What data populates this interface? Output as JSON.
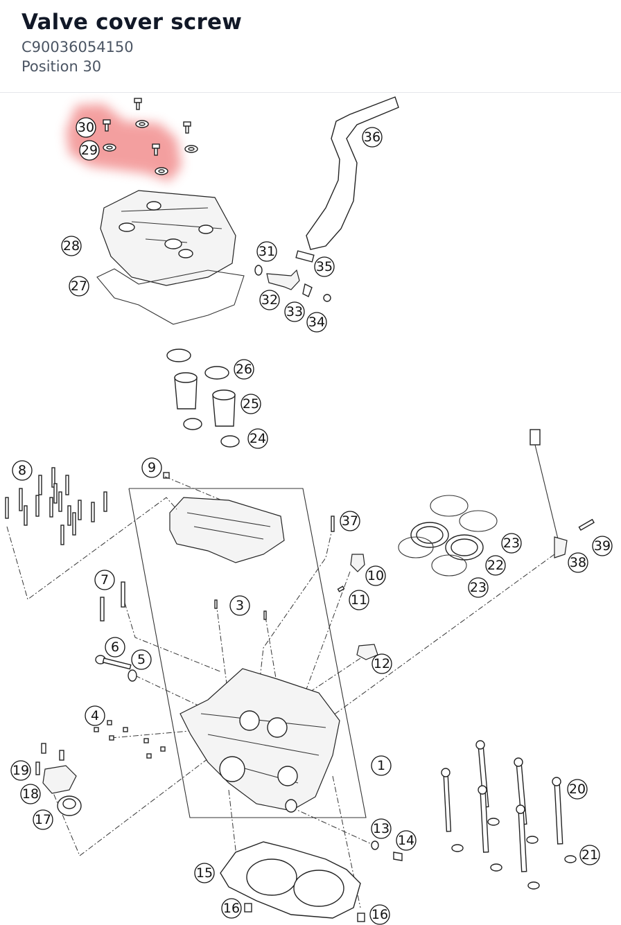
{
  "header": {
    "title": "Valve cover screw",
    "part_number": "C90036054150",
    "position": "Position 30"
  },
  "diagram": {
    "highlight_color": "#f08080",
    "callouts": [
      {
        "id": "30",
        "label": "30"
      },
      {
        "id": "29",
        "label": "29"
      },
      {
        "id": "36",
        "label": "36"
      },
      {
        "id": "28",
        "label": "28"
      },
      {
        "id": "27",
        "label": "27"
      },
      {
        "id": "31",
        "label": "31"
      },
      {
        "id": "35",
        "label": "35"
      },
      {
        "id": "32",
        "label": "32"
      },
      {
        "id": "33",
        "label": "33"
      },
      {
        "id": "34",
        "label": "34"
      },
      {
        "id": "26",
        "label": "26"
      },
      {
        "id": "25",
        "label": "25"
      },
      {
        "id": "24",
        "label": "24"
      },
      {
        "id": "8",
        "label": "8"
      },
      {
        "id": "9",
        "label": "9"
      },
      {
        "id": "37",
        "label": "37"
      },
      {
        "id": "23a",
        "label": "23"
      },
      {
        "id": "22",
        "label": "22"
      },
      {
        "id": "23b",
        "label": "23"
      },
      {
        "id": "39",
        "label": "39"
      },
      {
        "id": "38",
        "label": "38"
      },
      {
        "id": "10",
        "label": "10"
      },
      {
        "id": "11",
        "label": "11"
      },
      {
        "id": "7",
        "label": "7"
      },
      {
        "id": "3",
        "label": "3"
      },
      {
        "id": "6",
        "label": "6"
      },
      {
        "id": "5",
        "label": "5"
      },
      {
        "id": "12",
        "label": "12"
      },
      {
        "id": "4",
        "label": "4"
      },
      {
        "id": "1",
        "label": "1"
      },
      {
        "id": "19",
        "label": "19"
      },
      {
        "id": "18",
        "label": "18"
      },
      {
        "id": "17",
        "label": "17"
      },
      {
        "id": "20",
        "label": "20"
      },
      {
        "id": "13",
        "label": "13"
      },
      {
        "id": "14",
        "label": "14"
      },
      {
        "id": "21",
        "label": "21"
      },
      {
        "id": "15",
        "label": "15"
      },
      {
        "id": "16a",
        "label": "16"
      },
      {
        "id": "16b",
        "label": "16"
      }
    ]
  }
}
